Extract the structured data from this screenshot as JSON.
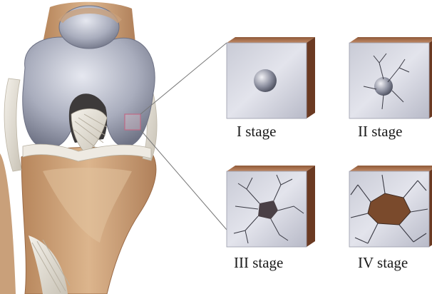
{
  "stages": [
    {
      "id": "stage-1",
      "label": "I stage"
    },
    {
      "id": "stage-2",
      "label": "II stage"
    },
    {
      "id": "stage-3",
      "label": "III stage"
    },
    {
      "id": "stage-4",
      "label": "IV stage"
    }
  ],
  "colors": {
    "cartilage": "#a9adbd",
    "cartilage_light": "#dcdee8",
    "bone": "#c59a6f",
    "bone_dark": "#8a5a3a",
    "block_side": "#6b3a22",
    "crack": "#3a3a44",
    "lesion": "#7a4a2c"
  }
}
